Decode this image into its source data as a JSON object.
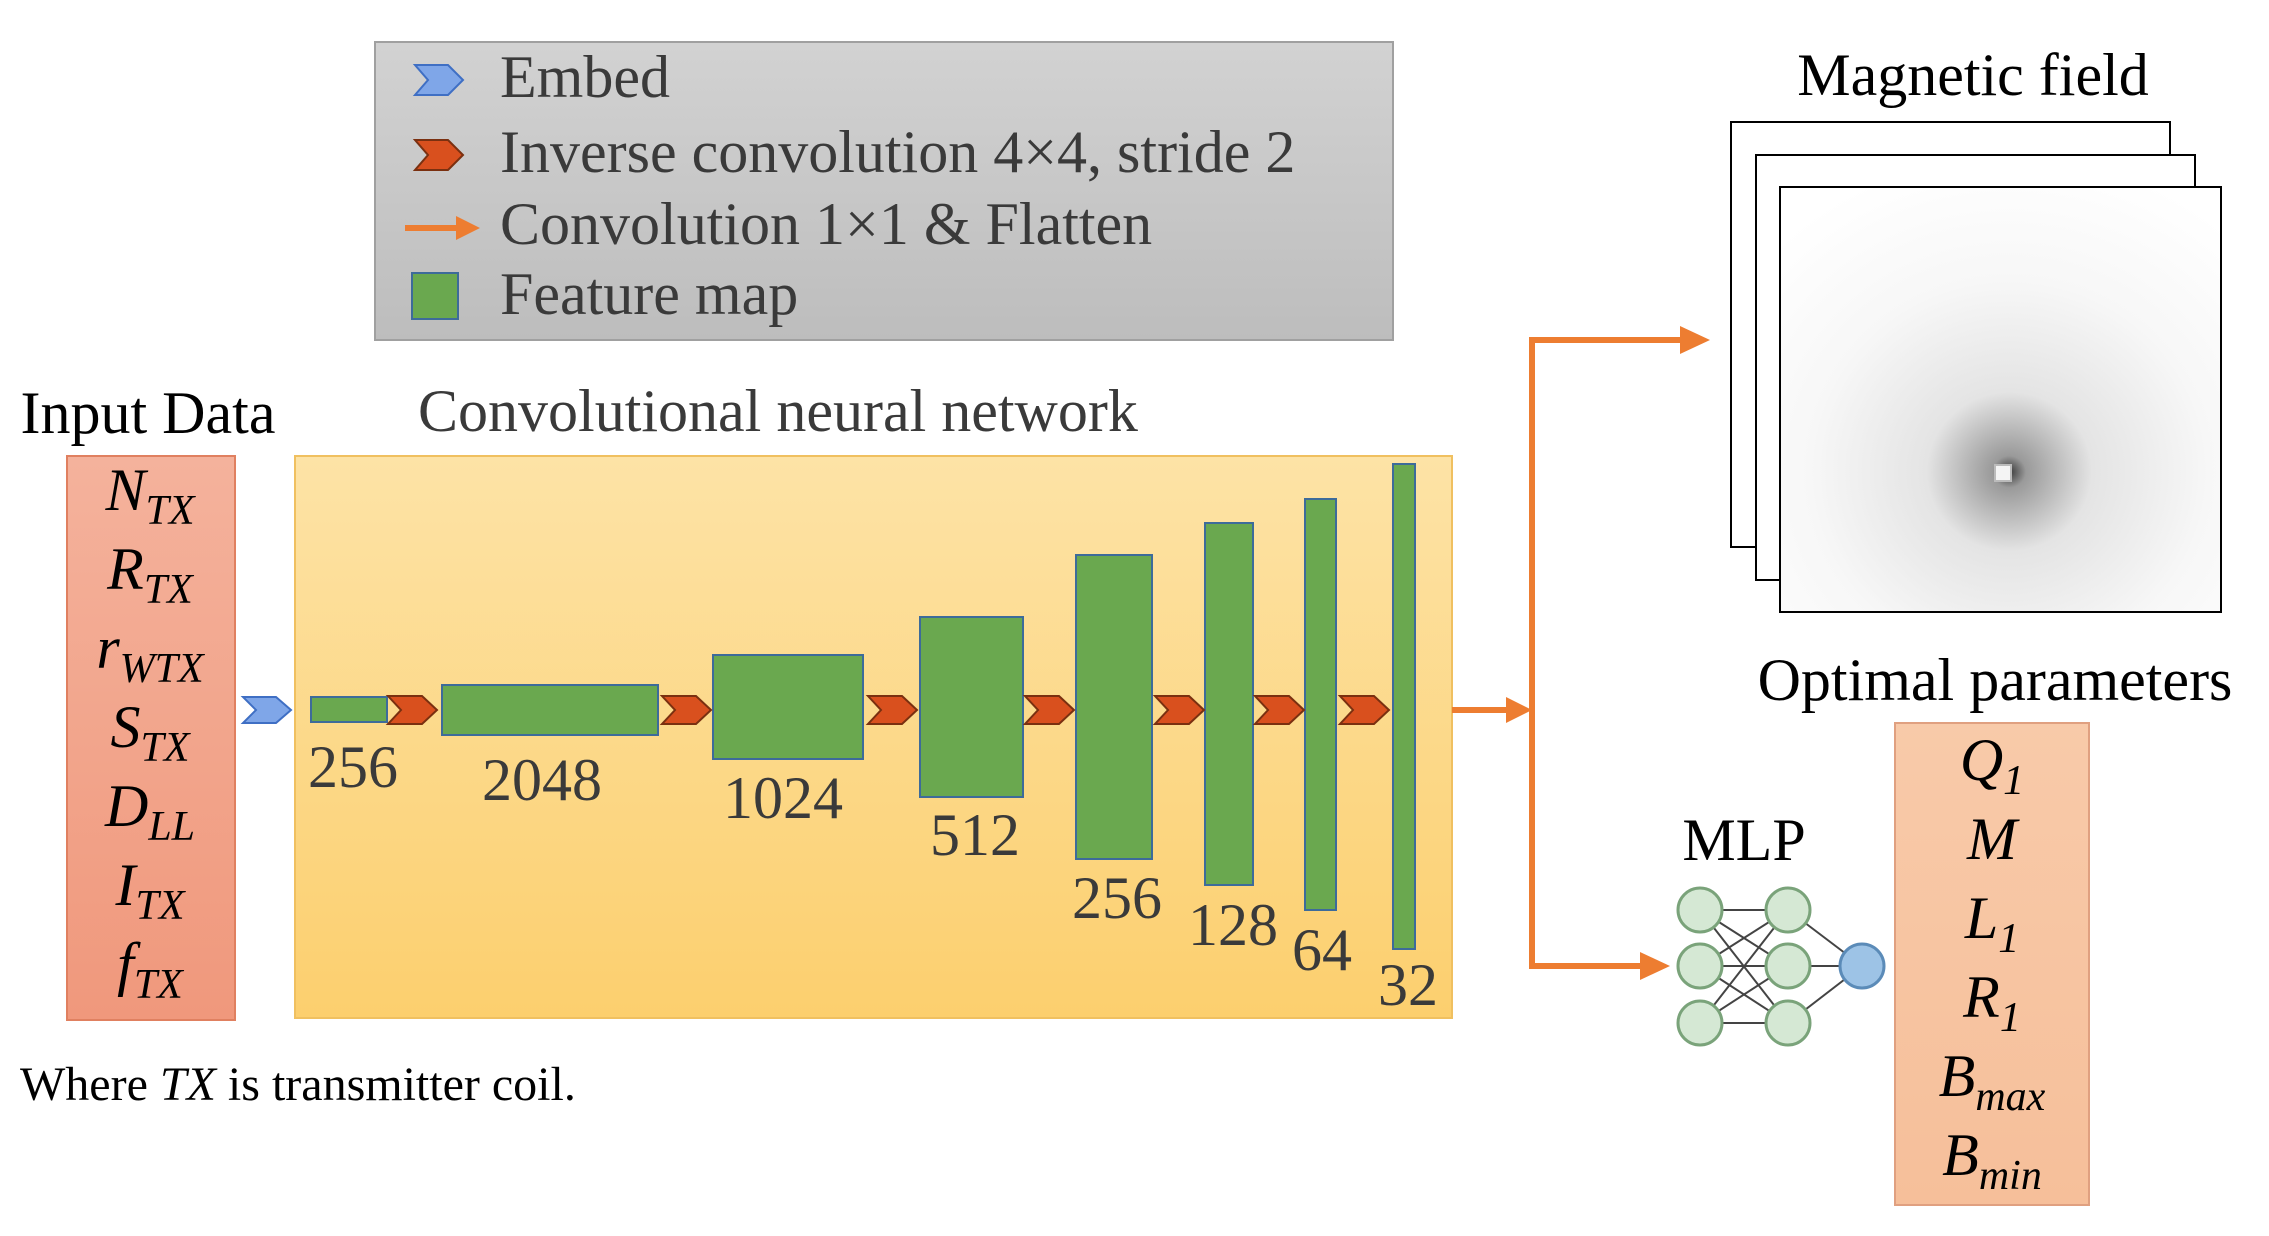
{
  "legend": {
    "items": [
      {
        "label": "Embed"
      },
      {
        "label": "Inverse convolution 4×4, stride 2"
      },
      {
        "label": "Convolution 1×1 & Flatten"
      },
      {
        "label": "Feature map"
      }
    ]
  },
  "input": {
    "title": "Input Data",
    "params": [
      {
        "base": "N",
        "sub": "TX"
      },
      {
        "base": "R",
        "sub": "TX"
      },
      {
        "base": "r",
        "sub": "WTX"
      },
      {
        "base": "S",
        "sub": "TX"
      },
      {
        "base": "D",
        "sub": "LL"
      },
      {
        "base": "I",
        "sub": "TX"
      },
      {
        "base": "f",
        "sub": "TX"
      }
    ]
  },
  "footnote": {
    "prefix": "Where ",
    "italic": "TX",
    "suffix": " is transmitter coil."
  },
  "cnn": {
    "title": "Convolutional neural network",
    "layers": [
      "256",
      "2048",
      "1024",
      "512",
      "256",
      "128",
      "64",
      "32"
    ]
  },
  "magnetic": {
    "title": "Magnetic field"
  },
  "optimal": {
    "title": "Optimal parameters",
    "params": [
      {
        "base": "Q",
        "sub": "1"
      },
      {
        "base": "M",
        "sub": ""
      },
      {
        "base": "L",
        "sub": "1"
      },
      {
        "base": "R",
        "sub": "1"
      },
      {
        "base": "B",
        "sub": "max"
      },
      {
        "base": "B",
        "sub": "min"
      }
    ]
  },
  "mlp": {
    "title": "MLP"
  },
  "colors": {
    "feature_map": "#6aa84f",
    "feature_map_border": "#3d6b9a",
    "inverse_conv_arrow": "#d9501e",
    "embed_arrow": "#6a9ae0",
    "flatten_arrow": "#ed7d31",
    "legend_bg": "#c8c8c8",
    "input_box": "#f2a48a",
    "optimal_box": "#f7c4a4",
    "cnn_bg": "#fdd27a",
    "mlp_node": "#d5e8d4",
    "mlp_output_node": "#9dc3e6"
  }
}
